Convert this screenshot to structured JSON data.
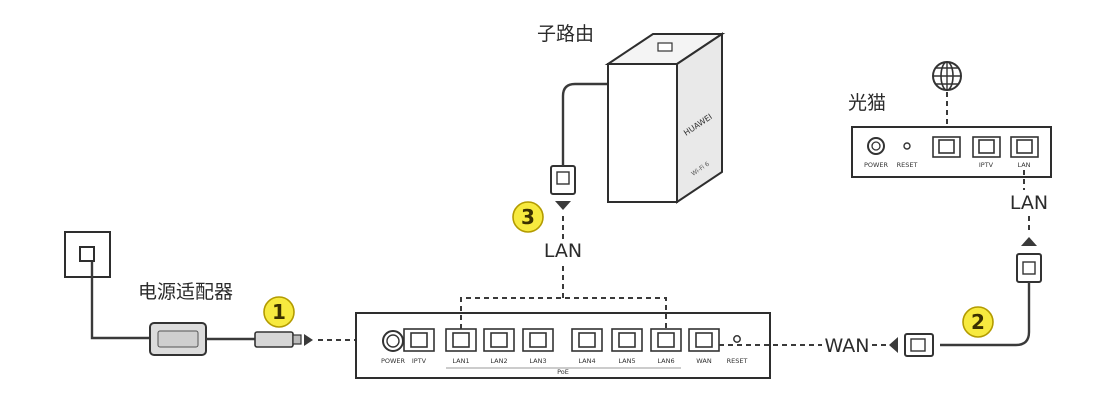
{
  "labels": {
    "sub_router": "子路由",
    "optical_modem": "光猫",
    "power_adapter": "电源适配器",
    "lan_mid": "LAN",
    "lan_right": "LAN",
    "wan": "WAN"
  },
  "badges": [
    "1",
    "2",
    "3"
  ],
  "sub_router_branding": {
    "brand": "HUAWEI",
    "wifi": "Wi-Fi 6"
  },
  "main_router_ports": {
    "power": "POWER",
    "iptv": "IPTV",
    "lan1": "LAN1",
    "lan2": "LAN2",
    "lan3": "LAN3",
    "lan4": "LAN4",
    "lan5": "LAN5",
    "lan6": "LAN6",
    "wan": "WAN",
    "reset": "RESET",
    "poe": "PoE"
  },
  "modem_ports": {
    "power": "POWER",
    "reset": "RESET",
    "iptv": "IPTV",
    "lan": "LAN"
  },
  "icons": {
    "internet": "globe-icon",
    "wall_socket": "power-outlet-icon",
    "adapter": "power-adapter-icon",
    "plug": "ethernet-plug-icon"
  },
  "colors": {
    "badge_fill": "#f7ea3f",
    "line": "#3a3a3a"
  }
}
